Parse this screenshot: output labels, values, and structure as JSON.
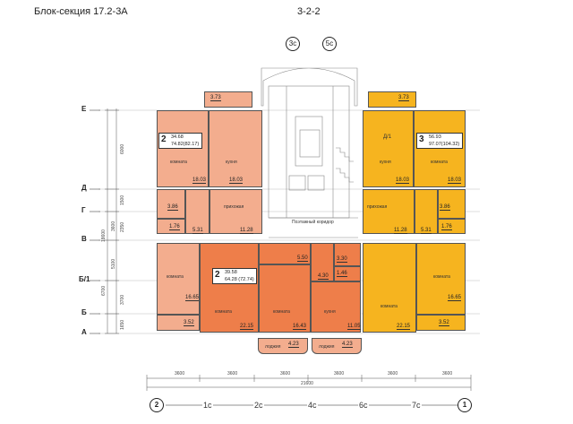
{
  "header": {
    "title": "Блок-секция 17.2-3А",
    "code": "3-2-2"
  },
  "top_axes": [
    "3с",
    "5с"
  ],
  "bottom_axes": [
    "2",
    "1с",
    "2с",
    "4с",
    "6с",
    "7с",
    "1"
  ],
  "left_axes": [
    "Е",
    "Д",
    "Г",
    "В",
    "Б/1",
    "Б",
    "А"
  ],
  "dims": {
    "bottom": [
      "3600",
      "3600",
      "3600",
      "3600",
      "3600",
      "3600"
    ],
    "total": "21600",
    "left": [
      "6000",
      "1500",
      "3600",
      "2350",
      "5100",
      "3700",
      "1650",
      "18600",
      "6700"
    ]
  },
  "corridor_label": "Поэтажный коридор",
  "apartments": {
    "left": {
      "rooms": "2",
      "area1": "34.68",
      "area2": "74.82(82.17)"
    },
    "center": {
      "rooms": "2",
      "area1": "39.58",
      "area2": "64.28 (72.74)"
    },
    "right": {
      "rooms": "3",
      "area1": "56.93",
      "area2": "97.07(104.32)"
    }
  },
  "rooms": {
    "l_balcony_top": {
      "area": "3.73"
    },
    "l_room": {
      "label": "комната",
      "area": "18.03"
    },
    "l_kitchen": {
      "label": "кухня",
      "area": "18.03"
    },
    "l_bath": {
      "area": "3.86"
    },
    "l_wc": {
      "area": "1.76"
    },
    "l_closet": {
      "area": "5.31"
    },
    "l_hall": {
      "label": "прихожая",
      "area": "11.28"
    },
    "l_room_bottom": {
      "label": "комната",
      "area": "16.65"
    },
    "l_balcony_bottom": {
      "area": "3.52"
    },
    "c_room_left": {
      "label": "комната",
      "area": "22.15"
    },
    "c_closet": {
      "area": "5.50"
    },
    "c_room": {
      "label": "комната",
      "area": "16.43"
    },
    "c_bath": {
      "area": "4.30"
    },
    "c_wc": {
      "area": "1.46"
    },
    "c_store": {
      "area": "3.30"
    },
    "c_kitchen": {
      "label": "кухня",
      "area": "11.05"
    },
    "c_loggia1": {
      "label": "лоджия",
      "area": "4.23"
    },
    "c_loggia2": {
      "label": "лоджия",
      "area": "4.23"
    },
    "r_balcony_top": {
      "area": "3.73"
    },
    "r_label": {
      "label": "Д/1"
    },
    "r_kitchen": {
      "label": "кухня",
      "area": "18.03"
    },
    "r_room": {
      "label": "комната",
      "area": "18.03"
    },
    "r_hall": {
      "label": "прихожая",
      "area": "11.28"
    },
    "r_closet": {
      "area": "5.31"
    },
    "r_bath": {
      "area": "3.86"
    },
    "r_wc": {
      "area": "1.76"
    },
    "r_room_left": {
      "label": "комната",
      "area": "22.15"
    },
    "r_room_bottom": {
      "label": "комната",
      "area": "16.65"
    },
    "r_balcony_bottom": {
      "area": "3.52"
    }
  },
  "colors": {
    "light": "#f3ad8e",
    "medium": "#ee7e4a",
    "yellow": "#f6b41f"
  }
}
